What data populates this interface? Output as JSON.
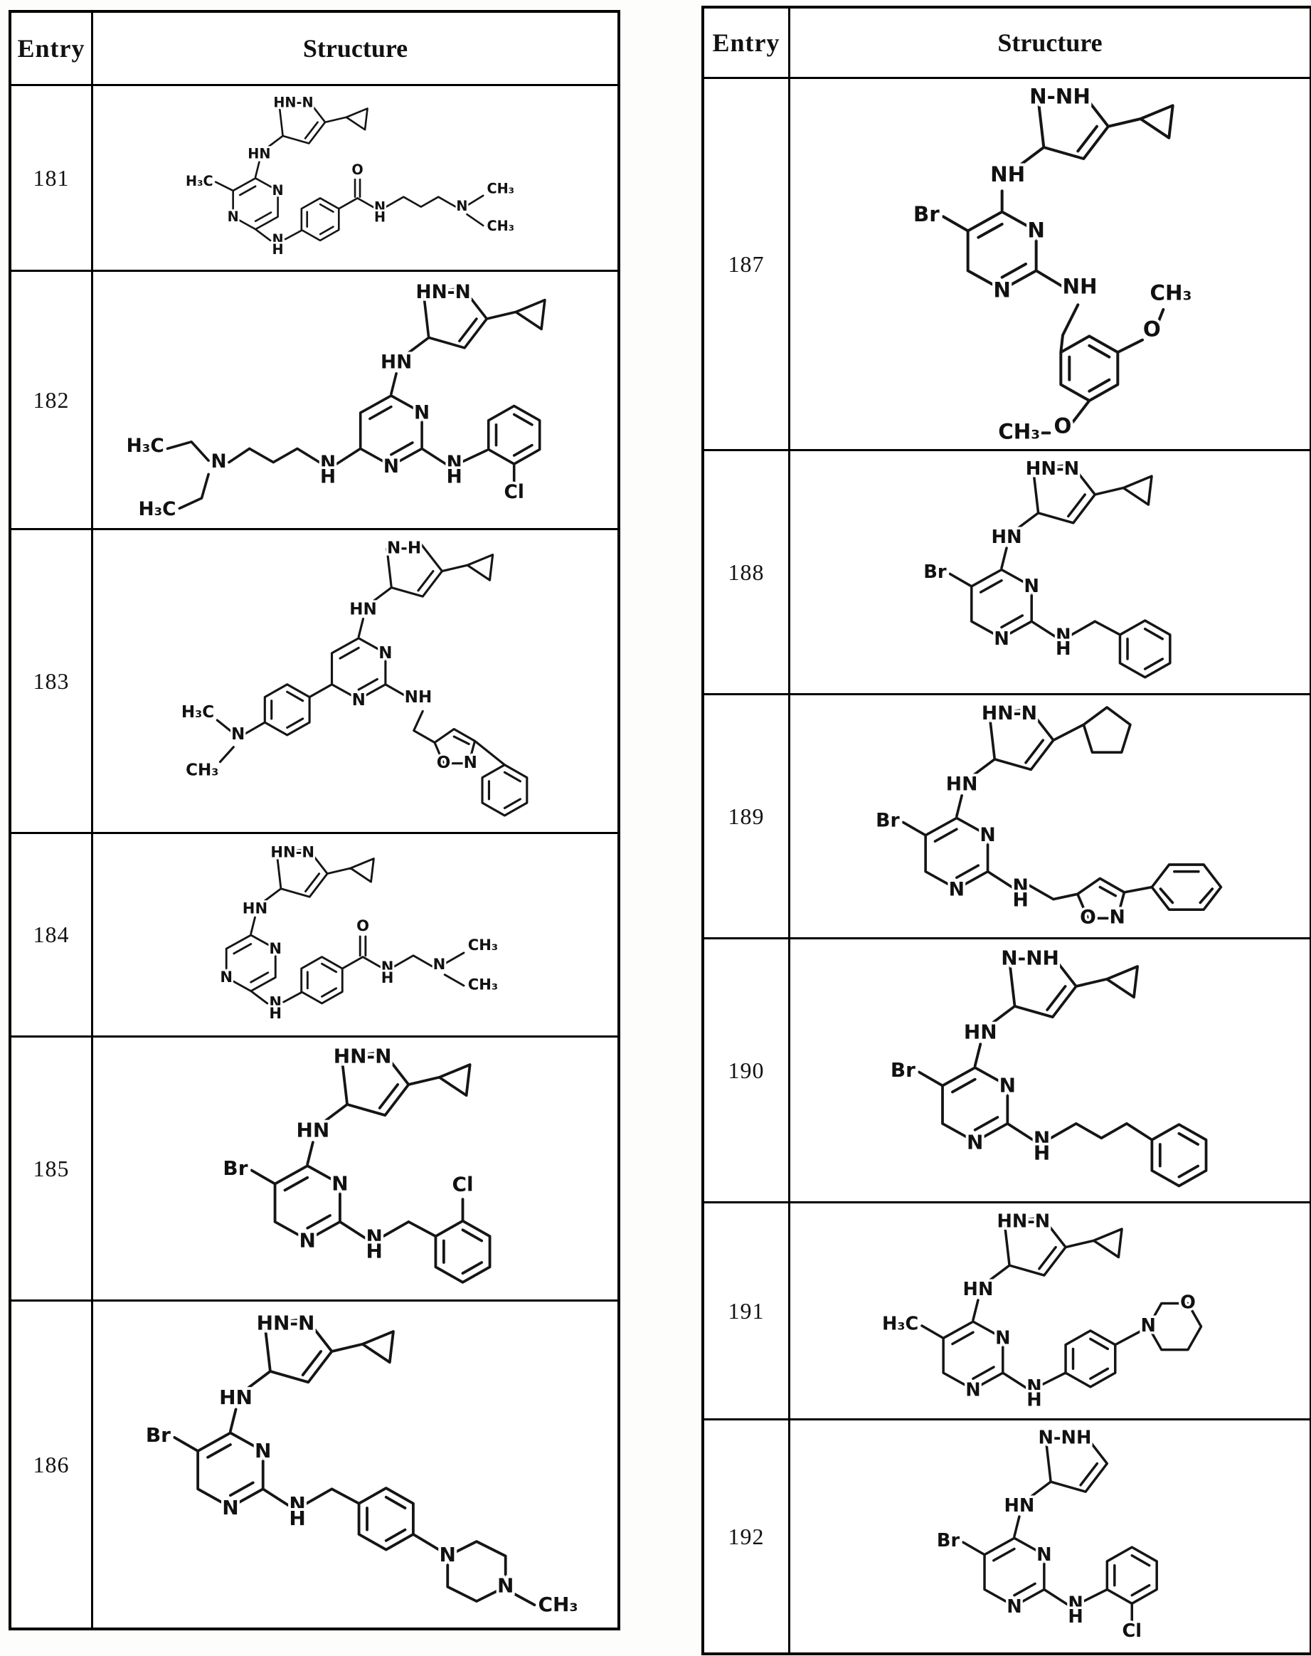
{
  "page": {
    "background": "#ffffff",
    "ink": "#111111"
  },
  "left_table": {
    "headers": {
      "entry": "Entry",
      "structure": "Structure"
    },
    "rows": [
      {
        "entry": "181",
        "labels": [
          "HN-N",
          "HN",
          "H₃C",
          "N",
          "N",
          "N",
          "H",
          "O",
          "N",
          "H",
          "N",
          "CH₃",
          "CH₃"
        ]
      },
      {
        "entry": "182",
        "labels": [
          "HN-N",
          "HN",
          "N",
          "N",
          "N",
          "H",
          "N",
          "H₃C",
          "H₃C",
          "N",
          "H",
          "Cl"
        ]
      },
      {
        "entry": "183",
        "labels": [
          "N-H",
          "HN",
          "N",
          "N",
          "H₃C",
          "N",
          "CH₃",
          "NH",
          "O",
          "N"
        ]
      },
      {
        "entry": "184",
        "labels": [
          "HN-N",
          "HN",
          "N",
          "N",
          "N",
          "H",
          "O",
          "N",
          "H",
          "N",
          "CH₃",
          "CH₃"
        ]
      },
      {
        "entry": "185",
        "labels": [
          "HN-N",
          "HN",
          "Br",
          "N",
          "N",
          "N",
          "H",
          "Cl"
        ]
      },
      {
        "entry": "186",
        "labels": [
          "HN-N",
          "HN",
          "Br",
          "N",
          "N",
          "N",
          "H",
          "N",
          "N",
          "CH₃"
        ]
      }
    ]
  },
  "right_table": {
    "headers": {
      "entry": "Entry",
      "structure": "Structure"
    },
    "rows": [
      {
        "entry": "187",
        "labels": [
          "N-NH",
          "NH",
          "Br",
          "N",
          "N",
          "NH",
          "O",
          "CH₃",
          "CH₃",
          "O"
        ]
      },
      {
        "entry": "188",
        "labels": [
          "HN-N",
          "HN",
          "Br",
          "N",
          "N",
          "N",
          "H"
        ]
      },
      {
        "entry": "189",
        "labels": [
          "HN-N",
          "HN",
          "Br",
          "N",
          "N",
          "N",
          "H",
          "O",
          "N"
        ]
      },
      {
        "entry": "190",
        "labels": [
          "N-NH",
          "HN",
          "Br",
          "N",
          "N",
          "N",
          "H"
        ]
      },
      {
        "entry": "191",
        "labels": [
          "HN-N",
          "HN",
          "H₃C",
          "N",
          "N",
          "N",
          "H",
          "N",
          "O"
        ]
      },
      {
        "entry": "192",
        "labels": [
          "N-NH",
          "HN",
          "Br",
          "N",
          "N",
          "N",
          "H",
          "Cl"
        ]
      }
    ]
  }
}
